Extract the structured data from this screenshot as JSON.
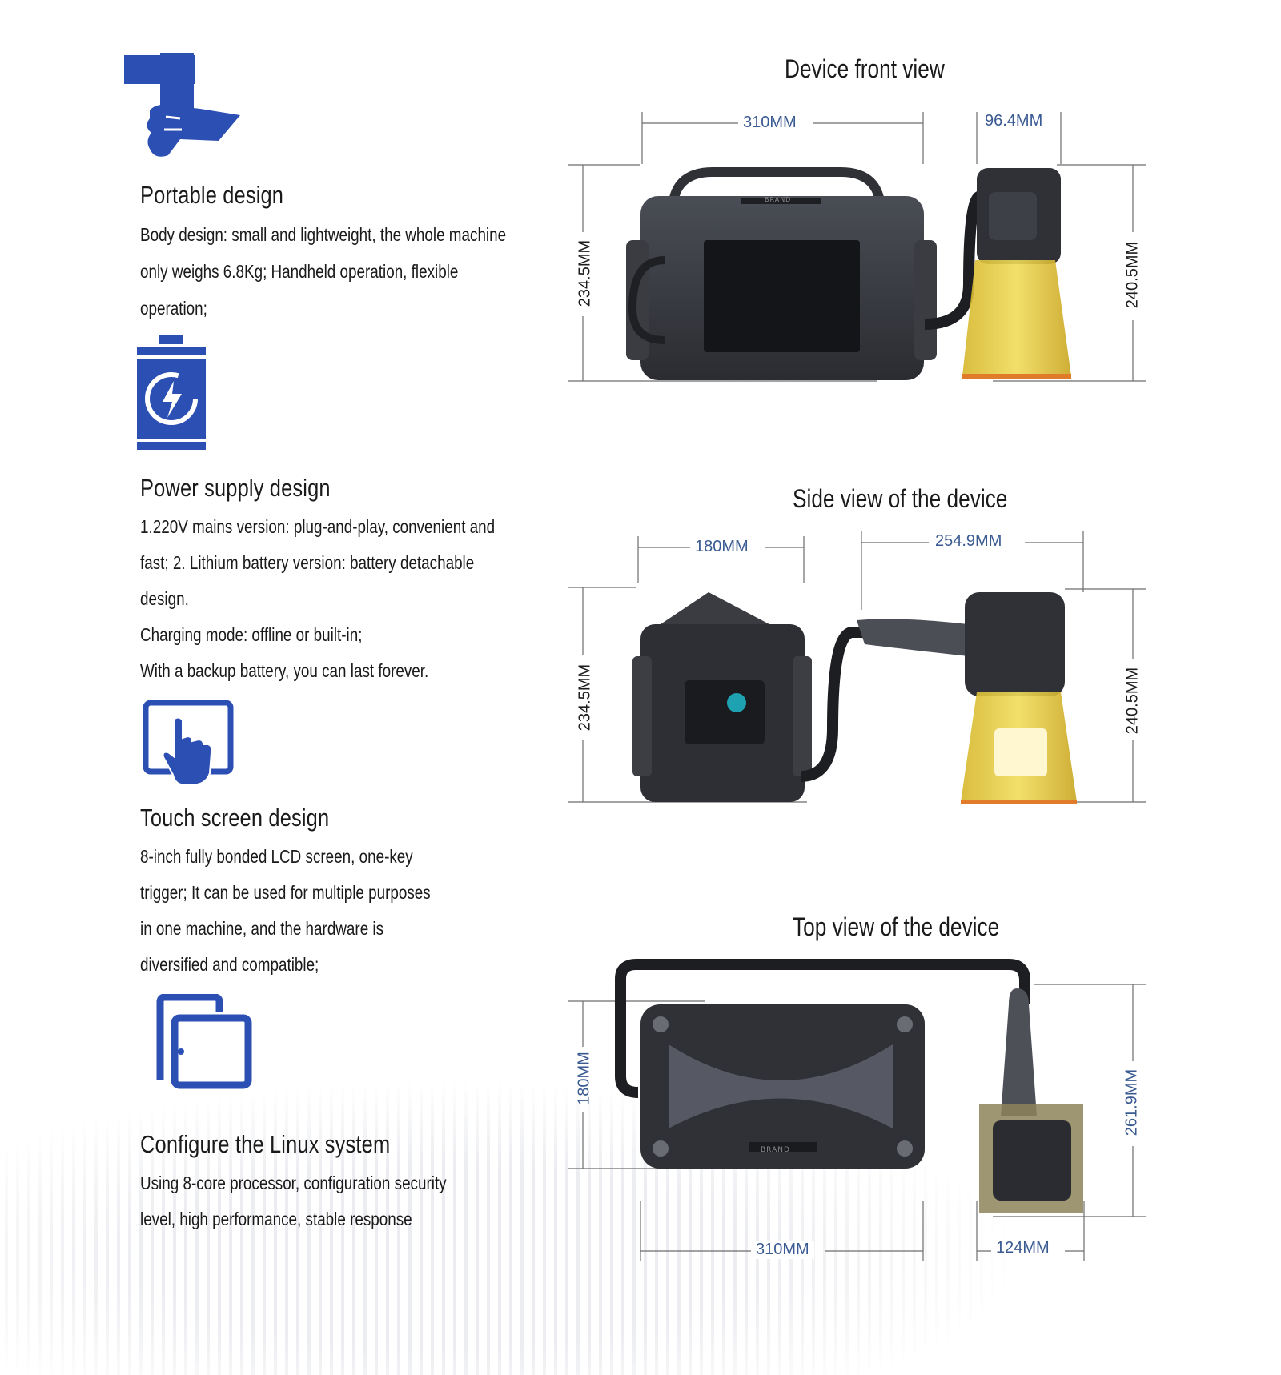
{
  "colors": {
    "icon_blue": "#2c4fb3",
    "dim_blue": "#3a5a92",
    "yellow": "#e6c93a"
  },
  "features": [
    {
      "icon": "hand-holding-tool-icon",
      "title": "Portable design",
      "lines": [
        "Body design: small and lightweight, the whole machine",
        "only weighs 6.8Kg; Handheld operation, flexible",
        "operation;"
      ]
    },
    {
      "icon": "battery-charge-icon",
      "title": "Power supply design",
      "lines": [
        "1.220V mains version: plug-and-play, convenient and",
        "fast; 2. Lithium battery version: battery detachable",
        "design,",
        "Charging mode: offline or built-in;",
        "With a backup battery, you can last forever."
      ]
    },
    {
      "icon": "touch-screen-icon",
      "title": "Touch screen design",
      "lines": [
        "8-inch fully bonded LCD screen, one-key",
        "trigger; It can be used for multiple purposes",
        "in one machine, and the hardware is",
        "diversified and compatible;"
      ]
    },
    {
      "icon": "multi-window-icon",
      "title": "Configure the Linux system",
      "lines": [
        "Using 8-core processor, configuration security",
        "level, high performance, stable response"
      ]
    }
  ],
  "views": {
    "front": {
      "title": "Device front view",
      "width": "310MM",
      "head_width": "96.4MM",
      "height": "234.5MM",
      "head_height": "240.5MM",
      "brand": "BRAND"
    },
    "side": {
      "title": "Side view of the device",
      "width": "180MM",
      "head_width": "254.9MM",
      "height": "234.5MM",
      "head_height": "240.5MM"
    },
    "top": {
      "title": "Top view of the device",
      "width": "310MM",
      "head_width": "124MM",
      "height": "180MM",
      "head_height": "261.9MM",
      "brand": "BRAND"
    }
  }
}
